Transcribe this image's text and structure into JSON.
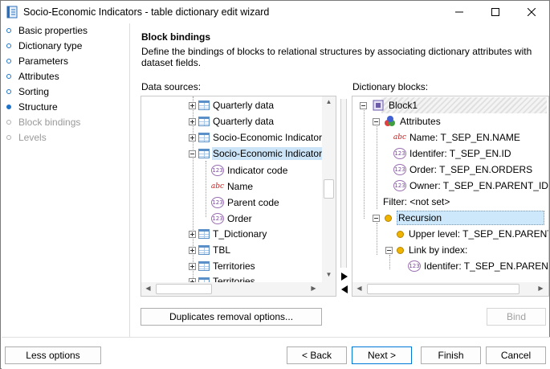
{
  "window": {
    "title": "Socio-Economic Indicators - table dictionary edit wizard"
  },
  "steps": [
    {
      "label": "Basic properties",
      "state": "done"
    },
    {
      "label": "Dictionary type",
      "state": "done"
    },
    {
      "label": "Parameters",
      "state": "done"
    },
    {
      "label": "Attributes",
      "state": "done"
    },
    {
      "label": "Sorting",
      "state": "done"
    },
    {
      "label": "Structure",
      "state": "current"
    },
    {
      "label": "Block bindings",
      "state": "disabled"
    },
    {
      "label": "Levels",
      "state": "disabled"
    }
  ],
  "page": {
    "heading": "Block bindings",
    "description": "Define the bindings of blocks to relational structures by associating dictionary attributes with dataset fields."
  },
  "data_sources": {
    "label": "Data sources:",
    "items": [
      {
        "text": "Quarterly data",
        "icon": "table-icon",
        "expander": "plus"
      },
      {
        "text": "Quarterly data",
        "icon": "table-icon",
        "expander": "plus"
      },
      {
        "text": "Socio-Economic Indicators",
        "icon": "table-icon",
        "expander": "plus"
      },
      {
        "text": "Socio-Economic Indicators",
        "icon": "table-icon",
        "expander": "minus",
        "selected": true
      },
      {
        "text": "Indicator code",
        "icon": "number-field-icon",
        "child": true
      },
      {
        "text": "Name",
        "icon": "text-field-icon",
        "child": true
      },
      {
        "text": "Parent code",
        "icon": "number-field-icon",
        "child": true
      },
      {
        "text": "Order",
        "icon": "number-field-icon",
        "child": true
      },
      {
        "text": "T_Dictionary",
        "icon": "table-icon",
        "expander": "plus"
      },
      {
        "text": "TBL",
        "icon": "table-icon",
        "expander": "plus"
      },
      {
        "text": "Territories",
        "icon": "table-icon",
        "expander": "plus"
      },
      {
        "text": "Territories",
        "icon": "table-icon",
        "expander": "plus"
      }
    ]
  },
  "dictionary_blocks": {
    "label": "Dictionary blocks:",
    "block": "Block1",
    "attributes_label": "Attributes",
    "attributes": [
      {
        "text": "Name: T_SEP_EN.NAME",
        "icon": "text-field-icon"
      },
      {
        "text": "Identifer: T_SEP_EN.ID",
        "icon": "number-field-icon"
      },
      {
        "text": "Order: T_SEP_EN.ORDERS",
        "icon": "number-field-icon"
      },
      {
        "text": "Owner: T_SEP_EN.PARENT_ID",
        "icon": "number-field-icon"
      }
    ],
    "filter": "Filter: <not set>",
    "recursion": "Recursion",
    "upper_level": "Upper level: T_SEP_EN.PARENT_ID",
    "link_by_index": "Link by index:",
    "link_identifier": "Identifer: T_SEP_EN.PARENT_ID"
  },
  "buttons": {
    "duplicates": "Duplicates removal options...",
    "bind": "Bind",
    "less": "Less options",
    "back": "< Back",
    "next": "Next >",
    "finish": "Finish",
    "cancel": "Cancel"
  },
  "colors": {
    "accent": "#1e73c8",
    "selection": "#cce4f7"
  }
}
